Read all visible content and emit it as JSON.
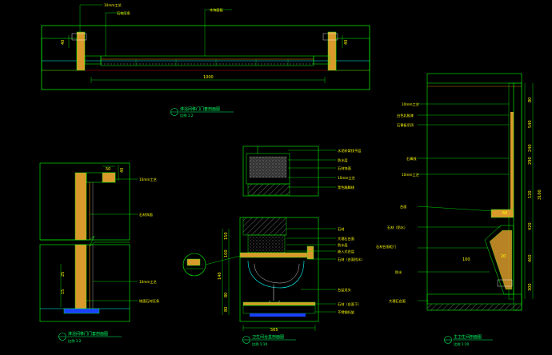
{
  "views": {
    "top": {
      "callouts": [
        "10mm工艺",
        "石材压条",
        "木饰面板"
      ],
      "dim_total": "1000",
      "dim_left": "40",
      "dim_right": "40",
      "title": "淋浴间移门门套剖面图",
      "scale": "比例 1:2"
    },
    "left": {
      "callouts": [
        "10mm工艺",
        "石材饰面",
        "10mm工艺",
        "地面石材压条"
      ],
      "dim_top": "40",
      "dim_mid": "50",
      "dim_low": "15",
      "dim_low2": "25",
      "title": "淋浴间移门门套剖面图",
      "scale": "比例 1:2"
    },
    "middle": {
      "callouts_upper": [
        "水泥砂浆找平层",
        "防水层",
        "石材饰面",
        "10mm工艺",
        "黑色踢脚线"
      ],
      "callouts_lower": [
        "石材",
        "大理石台面",
        "防水层",
        "嵌入式台盆",
        "石材（台面挡水）",
        "台盆龙头",
        "石材（台面下）",
        "不锈钢托架"
      ],
      "dim_bottom": "565",
      "dims_left": [
        "150",
        "100",
        "140",
        "80",
        "80"
      ],
      "title": "卫生间台盆剖面图",
      "scale": "比例 1:10"
    },
    "right": {
      "callouts": [
        "10mm工艺",
        "白色乳胶漆",
        "石膏板吊顶",
        "石膏线",
        "10mm工艺",
        "台面",
        "石材（防水）",
        "石材台面柜门",
        "防水",
        "大理石台面"
      ],
      "dims_right": [
        "80",
        "540",
        "240",
        "290",
        "120",
        "420",
        "460",
        "300"
      ],
      "dim_total": "3100",
      "dim_a": "60",
      "dim_b": "100",
      "dim_c": "20",
      "title": "主卫生间剖面图",
      "scale": "比例 1:10"
    }
  }
}
